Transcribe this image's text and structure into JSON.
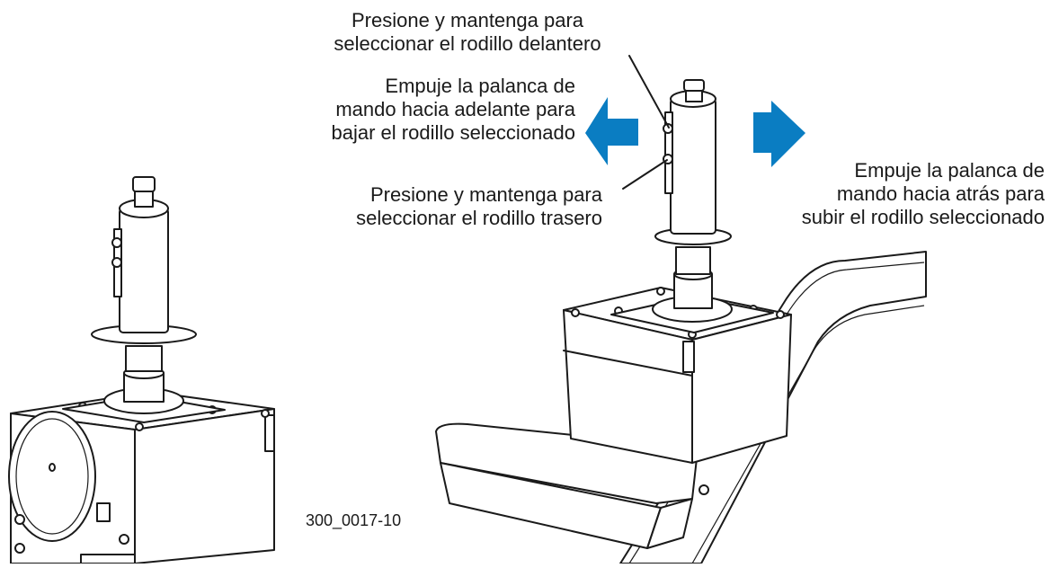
{
  "labels": {
    "front_roller": "Presione y mantenga para\nseleccionar el rodillo delantero",
    "lower": "Empuje la palanca de\nmando hacia adelante para\nbajar el rodillo seleccionado",
    "rear_roller": "Presione y mantenga para\nseleccionar el rodillo trasero",
    "raise": "Empuje la palanca de\nmando hacia atrás para\nsubir el rodillo seleccionado",
    "figure_code": "300_0017-10"
  },
  "colors": {
    "arrow": "#0a7dc2",
    "line": "#1a1a1a",
    "background": "#ffffff"
  }
}
